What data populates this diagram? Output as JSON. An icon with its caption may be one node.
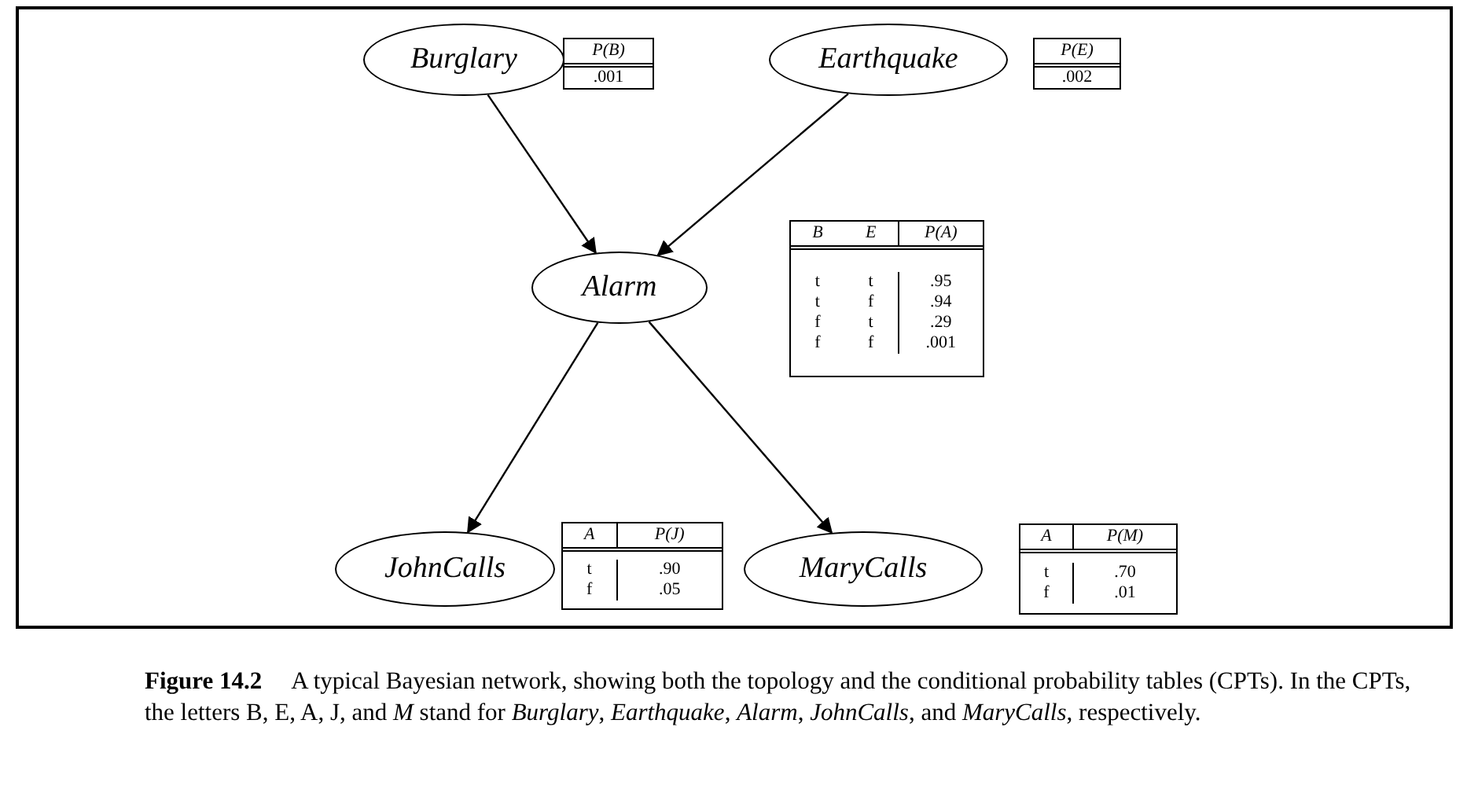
{
  "diagram": {
    "caption": "**Figure 14.2**     A typical Bayesian network, showing both the topology and the conditional probability tables (CPTs). In the CPTs, the letters B, E, A, J, and *M* stand for *Burglary*, *Earthquake*, *Alarm*, *JohnCalls*, and *MaryCalls*, respectively.",
    "nodes": [
      {
        "text": [
          "Burglary"
        ]
      },
      {
        "text": [
          "P(B)",
          ".001"
        ]
      },
      {
        "text": [
          "Earthquake"
        ]
      },
      {
        "text": [
          "P(E)",
          ".002"
        ]
      },
      {
        "text": [
          "Alarm"
        ]
      },
      {
        "text": [
          "B",
          "E",
          "P(A)",
          "t",
          "t",
          ".95",
          "t",
          "f",
          ".94",
          "f",
          "t",
          ".29",
          "f",
          "f",
          ".001"
        ]
      },
      {
        "text": [
          "JohnCalls"
        ]
      },
      {
        "text": [
          "A",
          "P(J)",
          "t",
          ".90",
          "f",
          ".05"
        ]
      },
      {
        "text": [
          "MaryCalls"
        ]
      },
      {
        "text": [
          "A",
          "P(M)",
          "t",
          ".70",
          "f",
          ".01"
        ]
      }
    ],
    "edges": [
      {
        "from": 0,
        "to": 4,
        "arrow": "to"
      },
      {
        "from": 2,
        "to": 4,
        "arrow": "to"
      },
      {
        "from": 4,
        "to": 6,
        "arrow": "to"
      },
      {
        "from": 4,
        "to": 8,
        "arrow": "to"
      }
    ]
  }
}
